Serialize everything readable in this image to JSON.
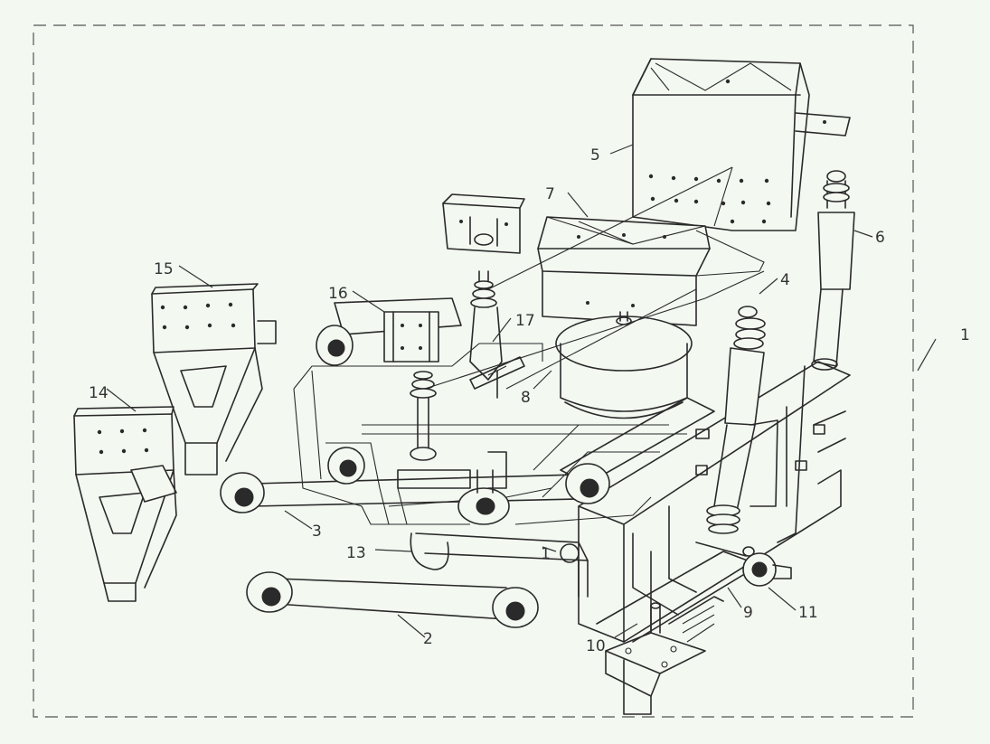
{
  "diagram": {
    "callouts": [
      "1",
      "2",
      "3",
      "4",
      "5",
      "6",
      "7",
      "8",
      "9",
      "10",
      "11",
      "13",
      "14",
      "15",
      "16",
      "17"
    ],
    "partial_callout_12": "1"
  },
  "colors": {
    "background": "#f3f8f1",
    "line": "#2a2a2a",
    "frame": "#555555"
  }
}
